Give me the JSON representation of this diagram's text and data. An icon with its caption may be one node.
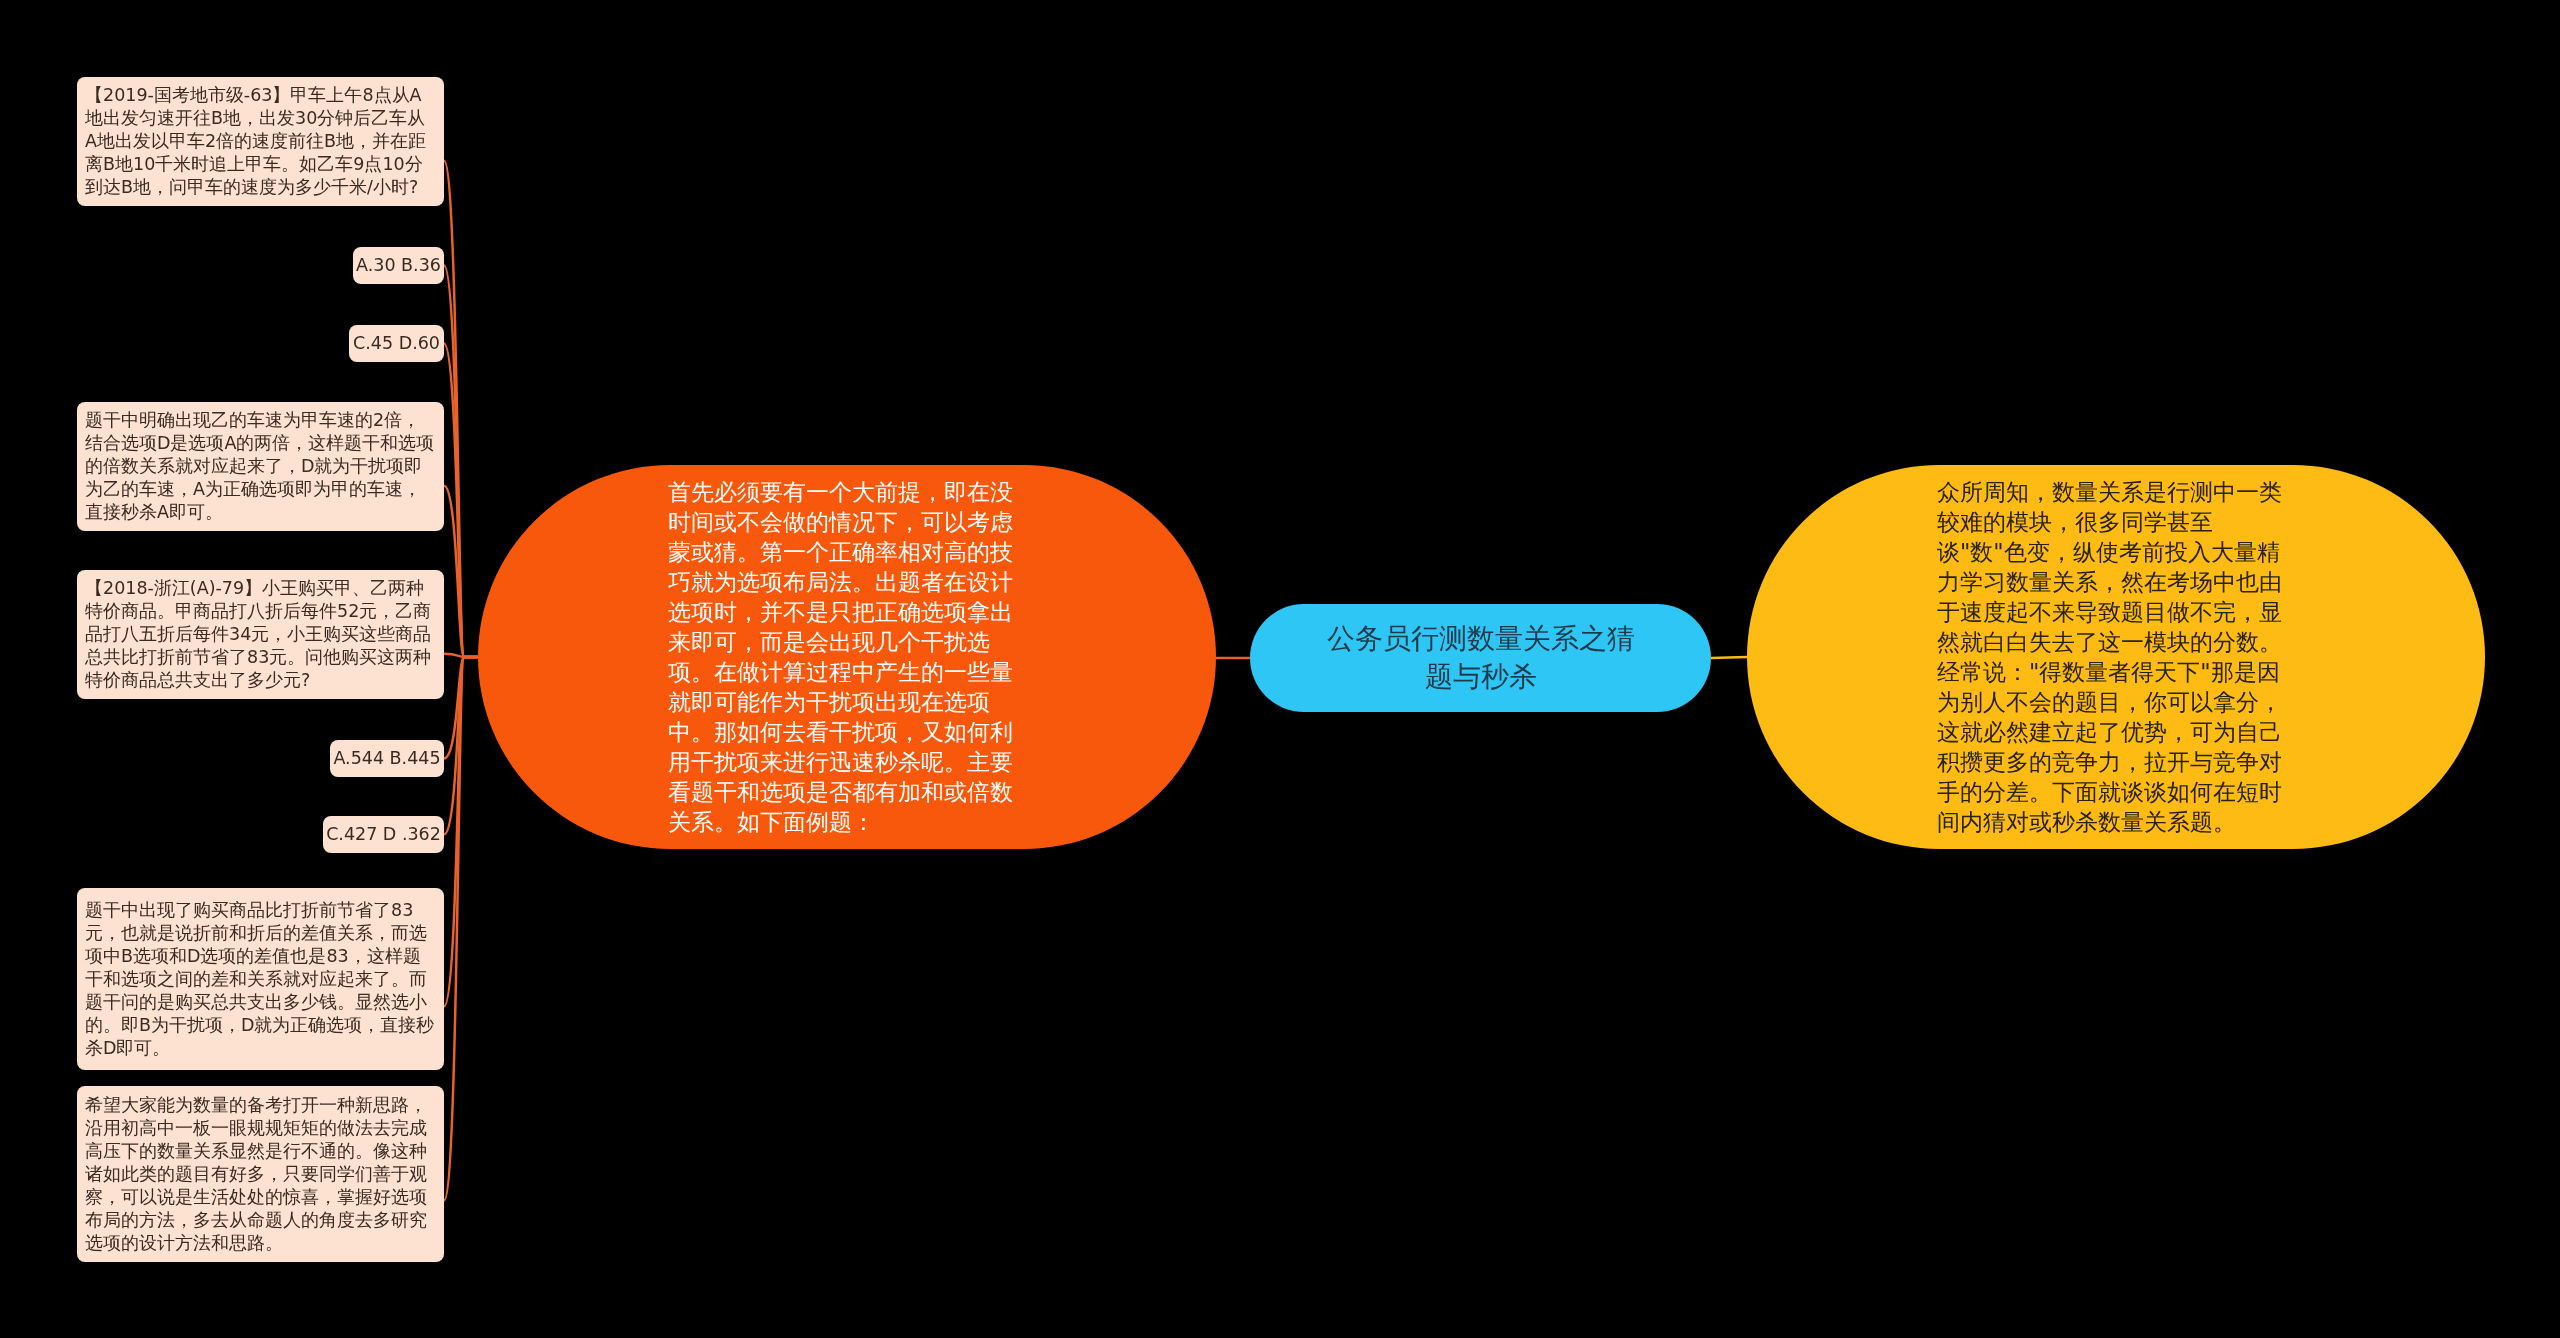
{
  "diagram": {
    "nodes": [
      {
        "text": [
          "公务员行测数量关系之猜题与秒杀"
        ]
      },
      {
        "text": [
          "首先必须要有一个大前提，即在没时间或不会做的情况下，可以考虑蒙或猜。第一个正确率相对高的技巧就为选项布局法。出题者在设计选项时，并不是只把正确选项拿出来即可，而是会出现几个干扰选项。在做计算过程中产生的一些量就即可能作为干扰项出现在选项中。那如何去看干扰项，又如何利用干扰项来进行迅速秒杀呢。主要看题干和选项是否都有加和或倍数关系。如下面例题："
        ]
      },
      {
        "text": [
          "【2019-国考地市级-63】甲车上午8点从A地出发匀速开往B地，出发30分钟后乙车从A地出发以甲车2倍的速度前往B地，并在距离B地10千米时追上甲车。如乙车9点10分到达B地，问甲车的速度为多少千米/小时?"
        ]
      },
      {
        "text": [
          "A.30 B.36"
        ]
      },
      {
        "text": [
          "C.45 D.60"
        ]
      },
      {
        "text": [
          "题干中明确出现乙的车速为甲车速的2倍，结合选项D是选项A的两倍，这样题干和选项的倍数关系就对应起来了，D就为干扰项即为乙的车速，A为正确选项即为甲的车速，直接秒杀A即可。"
        ]
      },
      {
        "text": [
          "【2018-浙江(A)-79】小王购买甲、乙两种特价商品。甲商品打八折后每件52元，乙商品打八五折后每件34元，小王购买这些商品总共比打折前节省了83元。问他购买这两种特价商品总共支出了多少元?"
        ]
      },
      {
        "text": [
          "A.544 B.445"
        ]
      },
      {
        "text": [
          "C.427 D .362"
        ]
      },
      {
        "text": [
          "题干中出现了购买商品比打折前节省了83元，也就是说折前和折后的差值关系，而选项中B选项和D选项的差值也是83，这样题干和选项之间的差和关系就对应起来了。而题干问的是购买总共支出多少钱。显然选小的。即B为干扰项，D就为正确选项，直接秒杀D即可。"
        ]
      },
      {
        "text": [
          "希望大家能为数量的备考打开一种新思路，沿用初高中一板一眼规规矩矩的做法去完成高压下的数量关系显然是行不通的。像这种诸如此类的题目有好多，只要同学们善于观察，可以说是生活处处的惊喜，掌握好选项布局的方法，多去从命题人的角度去多研究选项的设计方法和思路。"
        ]
      },
      {
        "text": [
          "众所周知，数量关系是行测中一类较难的模块，很多同学甚至谈\"数\"色变，纵使考前投入大量精力学习数量关系，然在考场中也由于速度起不来导致题目做不完，显然就白白失去了这一模块的分数。经常说：\"得数量者得天下\"那是因为别人不会的题目，你可以拿分，这就必然建立起了优势，可为自己积攒更多的竞争力，拉开与竞争对手的分差。下面就谈谈如何在短时间内猜对或秒杀数量关系题。"
        ]
      }
    ],
    "edges": [
      {
        "from": 0,
        "to": 1,
        "arrow": "none"
      },
      {
        "from": 1,
        "to": 2,
        "arrow": "none"
      },
      {
        "from": 1,
        "to": 3,
        "arrow": "none"
      },
      {
        "from": 1,
        "to": 4,
        "arrow": "none"
      },
      {
        "from": 1,
        "to": 5,
        "arrow": "none"
      },
      {
        "from": 1,
        "to": 6,
        "arrow": "none"
      },
      {
        "from": 1,
        "to": 7,
        "arrow": "none"
      },
      {
        "from": 1,
        "to": 8,
        "arrow": "none"
      },
      {
        "from": 1,
        "to": 9,
        "arrow": "none"
      },
      {
        "from": 1,
        "to": 10,
        "arrow": "none"
      },
      {
        "from": 0,
        "to": 11,
        "arrow": "none",
        "color": "#fdbb13"
      }
    ]
  }
}
